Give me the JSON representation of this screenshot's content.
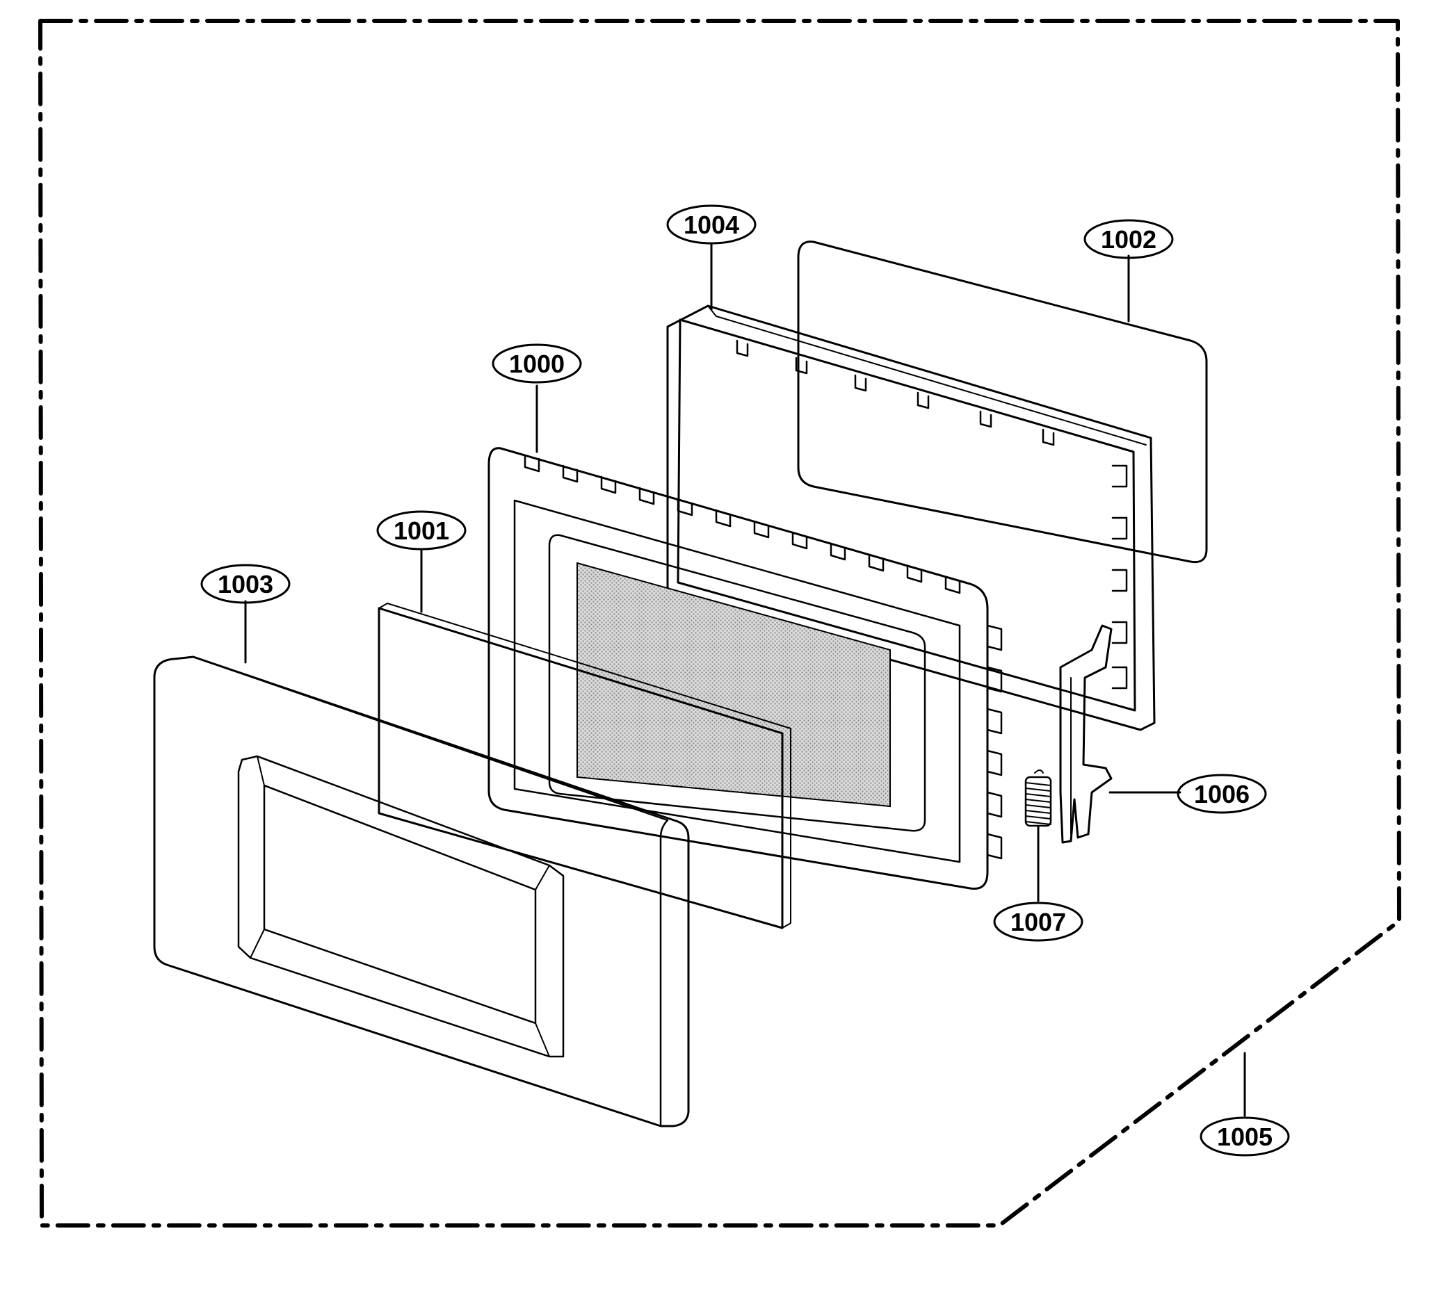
{
  "diagram": {
    "callouts": {
      "part_1000": "1000",
      "part_1001": "1001",
      "part_1002": "1002",
      "part_1003": "1003",
      "part_1004": "1004",
      "part_1005": "1005",
      "part_1006": "1006",
      "part_1007": "1007"
    },
    "colors": {
      "line": "#000000",
      "background": "#ffffff",
      "mesh": "#b8b8b8"
    }
  }
}
